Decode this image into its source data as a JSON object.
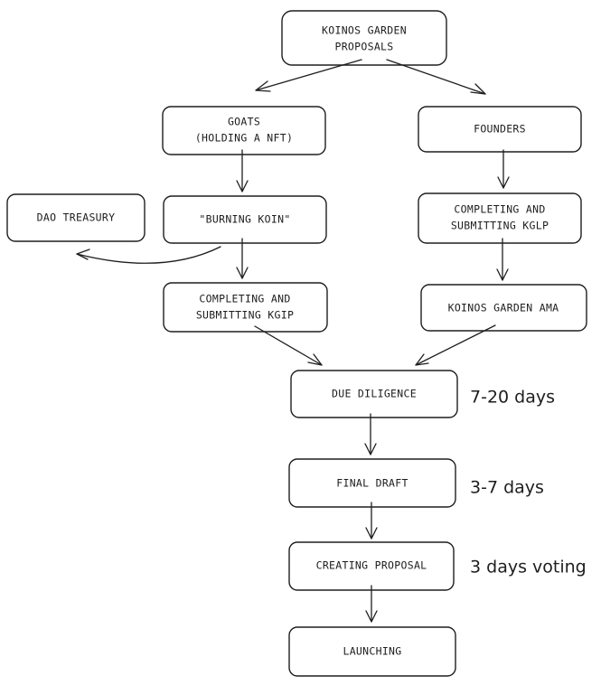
{
  "nodes": {
    "proposals": [
      "KOINOS GARDEN",
      "PROPOSALS"
    ],
    "goats": [
      "GOATS",
      "(HOLDING A NFT)"
    ],
    "founders": [
      "FOUNDERS"
    ],
    "treasury": [
      "DAO TREASURY"
    ],
    "burning": [
      "\"BURNING KOIN\""
    ],
    "kglp": [
      "COMPLETING AND",
      "SUBMITTING KGLP"
    ],
    "kgip": [
      "COMPLETING AND",
      "SUBMITTING KGIP"
    ],
    "ama": [
      "KOINOS GARDEN AMA"
    ],
    "diligence": [
      "DUE DILIGENCE"
    ],
    "draft": [
      "FINAL DRAFT"
    ],
    "creating": [
      "CREATING PROPOSAL"
    ],
    "launching": [
      "LAUNCHING"
    ]
  },
  "annotations": {
    "diligence": "7-20 days",
    "draft": "3-7 days",
    "creating": "3 days voting"
  },
  "colors": {
    "stroke": "#1e1e1e",
    "fill": "#ffffff"
  }
}
